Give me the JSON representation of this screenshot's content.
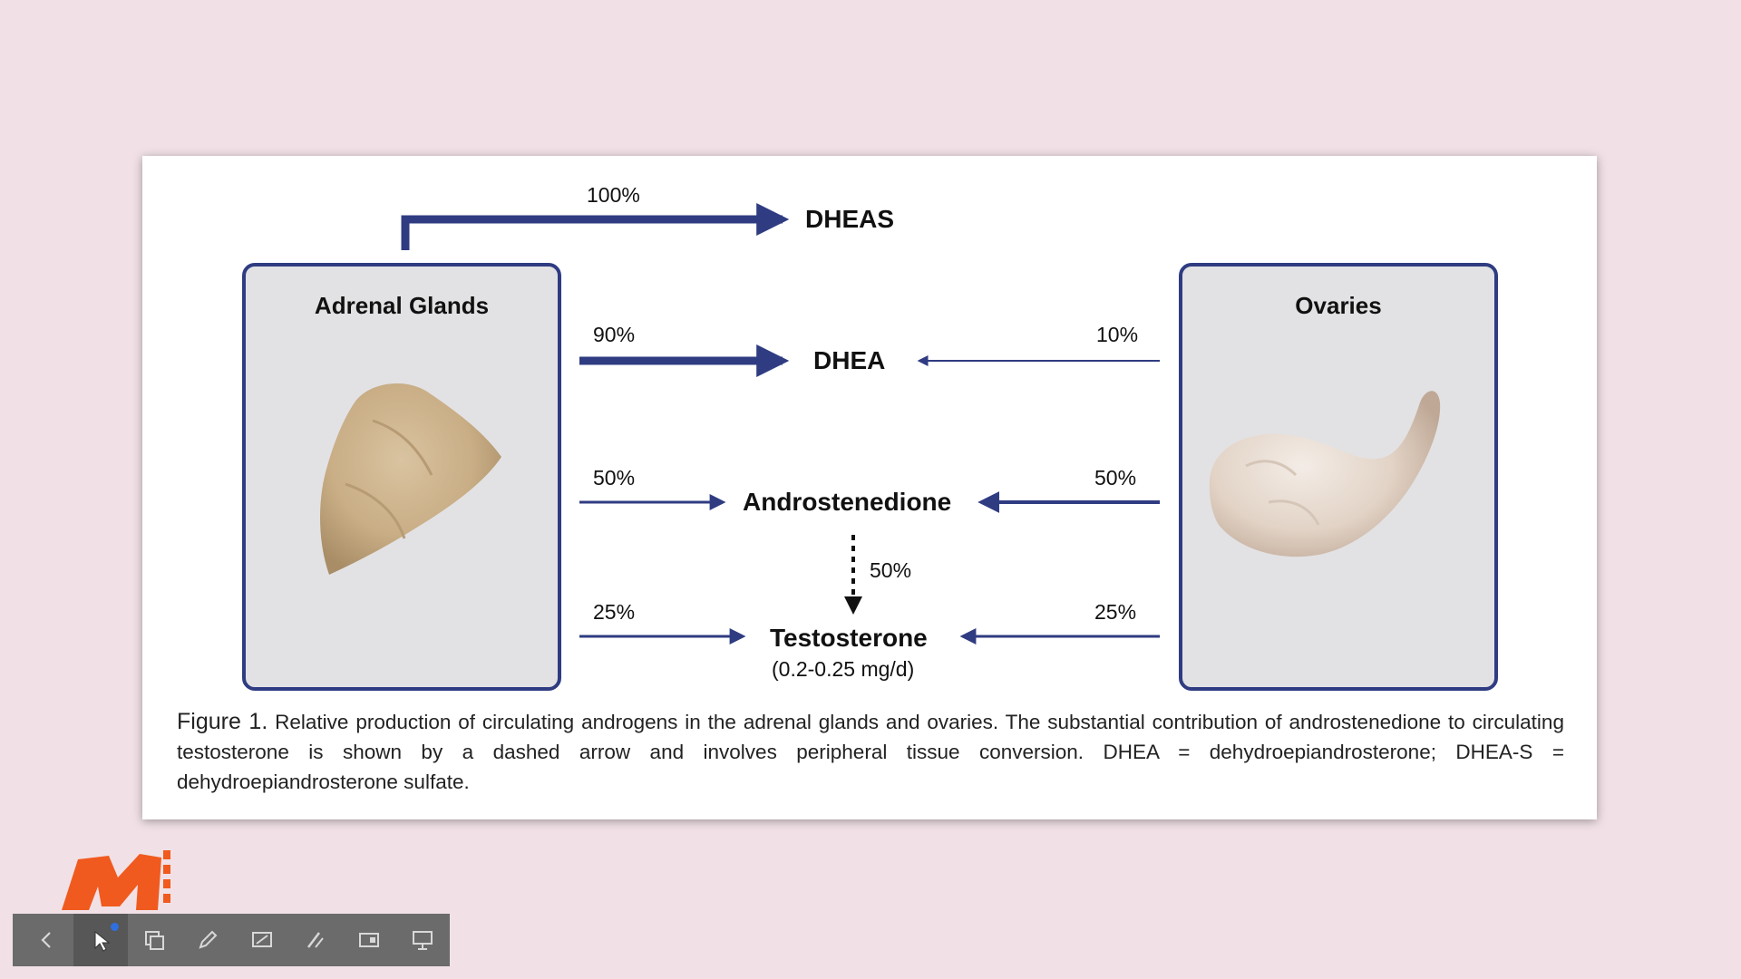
{
  "diagram": {
    "adrenal_title": "Adrenal Glands",
    "ovaries_title": "Ovaries",
    "dheas": {
      "label": "DHEAS",
      "adrenal_pct": "100%"
    },
    "dhea": {
      "label": "DHEA",
      "adrenal_pct": "90%",
      "ovary_pct": "10%"
    },
    "androstenedione": {
      "label": "Androstenedione",
      "adrenal_pct": "50%",
      "ovary_pct": "50%"
    },
    "conversion_pct": "50%",
    "testosterone": {
      "label": "Testosterone",
      "rate": "(0.2-0.25 mg/d)",
      "adrenal_pct": "25%",
      "ovary_pct": "25%"
    }
  },
  "caption": {
    "figure_label": "Figure 1.",
    "text": "Relative production of circulating androgens in the adrenal glands and ovaries. The substantial contribution of androstenedione to circulating testosterone is shown by a dashed arrow and involves peripheral tissue conversion. DHEA = dehydroepiandrosterone; DHEA-S = dehydroepiandrosterone sulfate."
  },
  "colors": {
    "arrow": "#2f3c82",
    "box_border": "#2f3c82",
    "background": "#f1e1e6",
    "logo": "#f05a1e",
    "toolbar": "#6b6b6b"
  },
  "toolbar": {
    "items": [
      {
        "icon": "chevron-left-icon"
      },
      {
        "icon": "pointer-icon"
      },
      {
        "icon": "windows-icon"
      },
      {
        "icon": "pen-icon"
      },
      {
        "icon": "screen-annotate-icon"
      },
      {
        "icon": "laser-icon"
      },
      {
        "icon": "window-share-icon"
      },
      {
        "icon": "presentation-icon"
      }
    ]
  }
}
